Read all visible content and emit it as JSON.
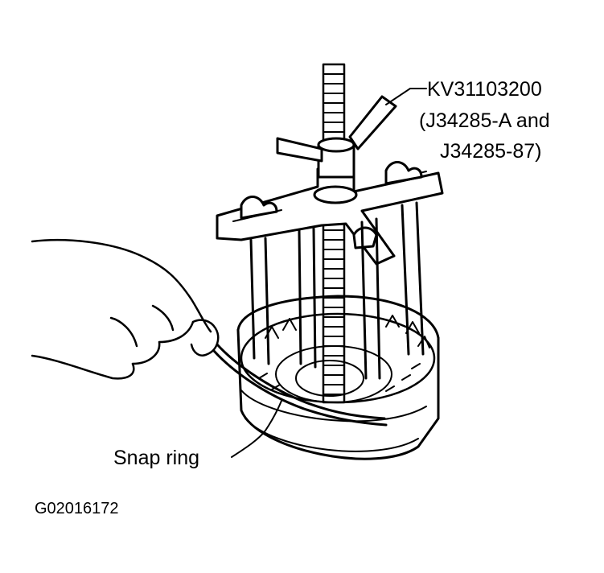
{
  "labels": {
    "tool_part_number": "KV31103200",
    "tool_alt_line1": "(J34285-A and",
    "tool_alt_line2": "J34285-87)",
    "snap_ring": "Snap ring"
  },
  "figure_id": "G02016172"
}
